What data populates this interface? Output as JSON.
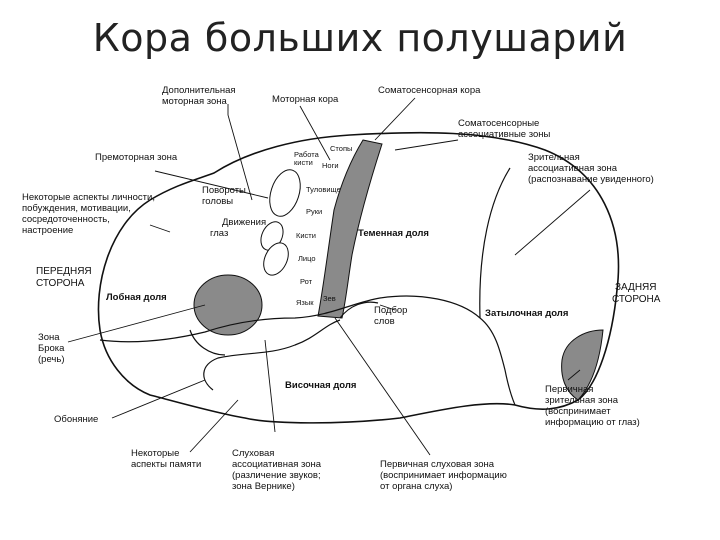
{
  "title": "Кора больших полушарий",
  "labels": {
    "supplementary_motor": [
      "Дополнительная",
      "моторная зона"
    ],
    "motor_cortex": [
      "Моторная кора"
    ],
    "somatosensory_cortex": [
      "Соматосенсорная кора"
    ],
    "somatosensory_assoc": [
      "Соматосенсорные",
      "ассоциативные зоны"
    ],
    "premotor_zone": [
      "Премоторная зона"
    ],
    "visual_assoc": [
      "Зрительная",
      "ассоциативная зона",
      "(распознавание увиденного)"
    ],
    "personality": [
      "Некоторые аспекты личности,",
      "побуждения, мотивации,",
      "сосредоточенность,",
      "настроение"
    ],
    "head_turn": [
      "Повороты",
      "головы"
    ],
    "eye_movement": [
      "Движения",
      "глаз"
    ],
    "front_side": [
      "ПЕРЕДНЯЯ",
      "СТОРОНА"
    ],
    "back_side": [
      "ЗАДНЯЯ",
      "СТОРОНА"
    ],
    "broca": [
      "Зона",
      "Брока",
      "(речь)"
    ],
    "word_selection": [
      "Подбор",
      "слов"
    ],
    "primary_visual": [
      "Первичная",
      "зрительная зона",
      "(воспринимает",
      "информацию от глаз)"
    ],
    "smell": [
      "Обоняние"
    ],
    "memory": [
      "Некоторые",
      "аспекты памяти"
    ],
    "auditory_assoc": [
      "Слуховая",
      "ассоциативная зона",
      "(различение звуков;",
      "зона Вернике)"
    ],
    "primary_auditory": [
      "Первичная слуховая зона",
      "(воспринимает информацию",
      "от органа слуха)"
    ]
  },
  "lobes": {
    "frontal": "Лобная доля",
    "parietal": "Теменная доля",
    "occipital": "Затылочная доля",
    "temporal": "Височная доля"
  },
  "body_map": {
    "work": [
      "Работа",
      "кисти"
    ],
    "feet": "Стопы",
    "legs": "Ноги",
    "trunk": "Туловище",
    "hands": "Руки",
    "fingers": "Кисти",
    "face": "Лицо",
    "mouth": "Рот",
    "tongue": "Язык",
    "throat": "Зев"
  }
}
